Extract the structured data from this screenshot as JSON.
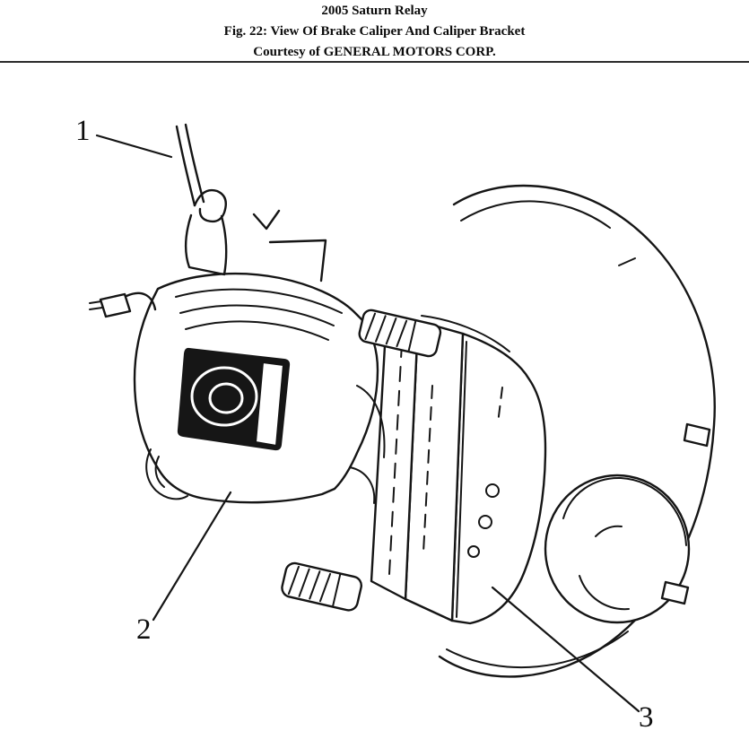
{
  "header": {
    "vehicle_title": "2005 Saturn Relay",
    "figure_caption": "Fig. 22: View Of Brake Caliper And Caliper Bracket",
    "courtesy_line": "Courtesy of GENERAL MOTORS CORP."
  },
  "diagram": {
    "callouts": [
      {
        "label": "1"
      },
      {
        "label": "2"
      },
      {
        "label": "3"
      }
    ]
  }
}
